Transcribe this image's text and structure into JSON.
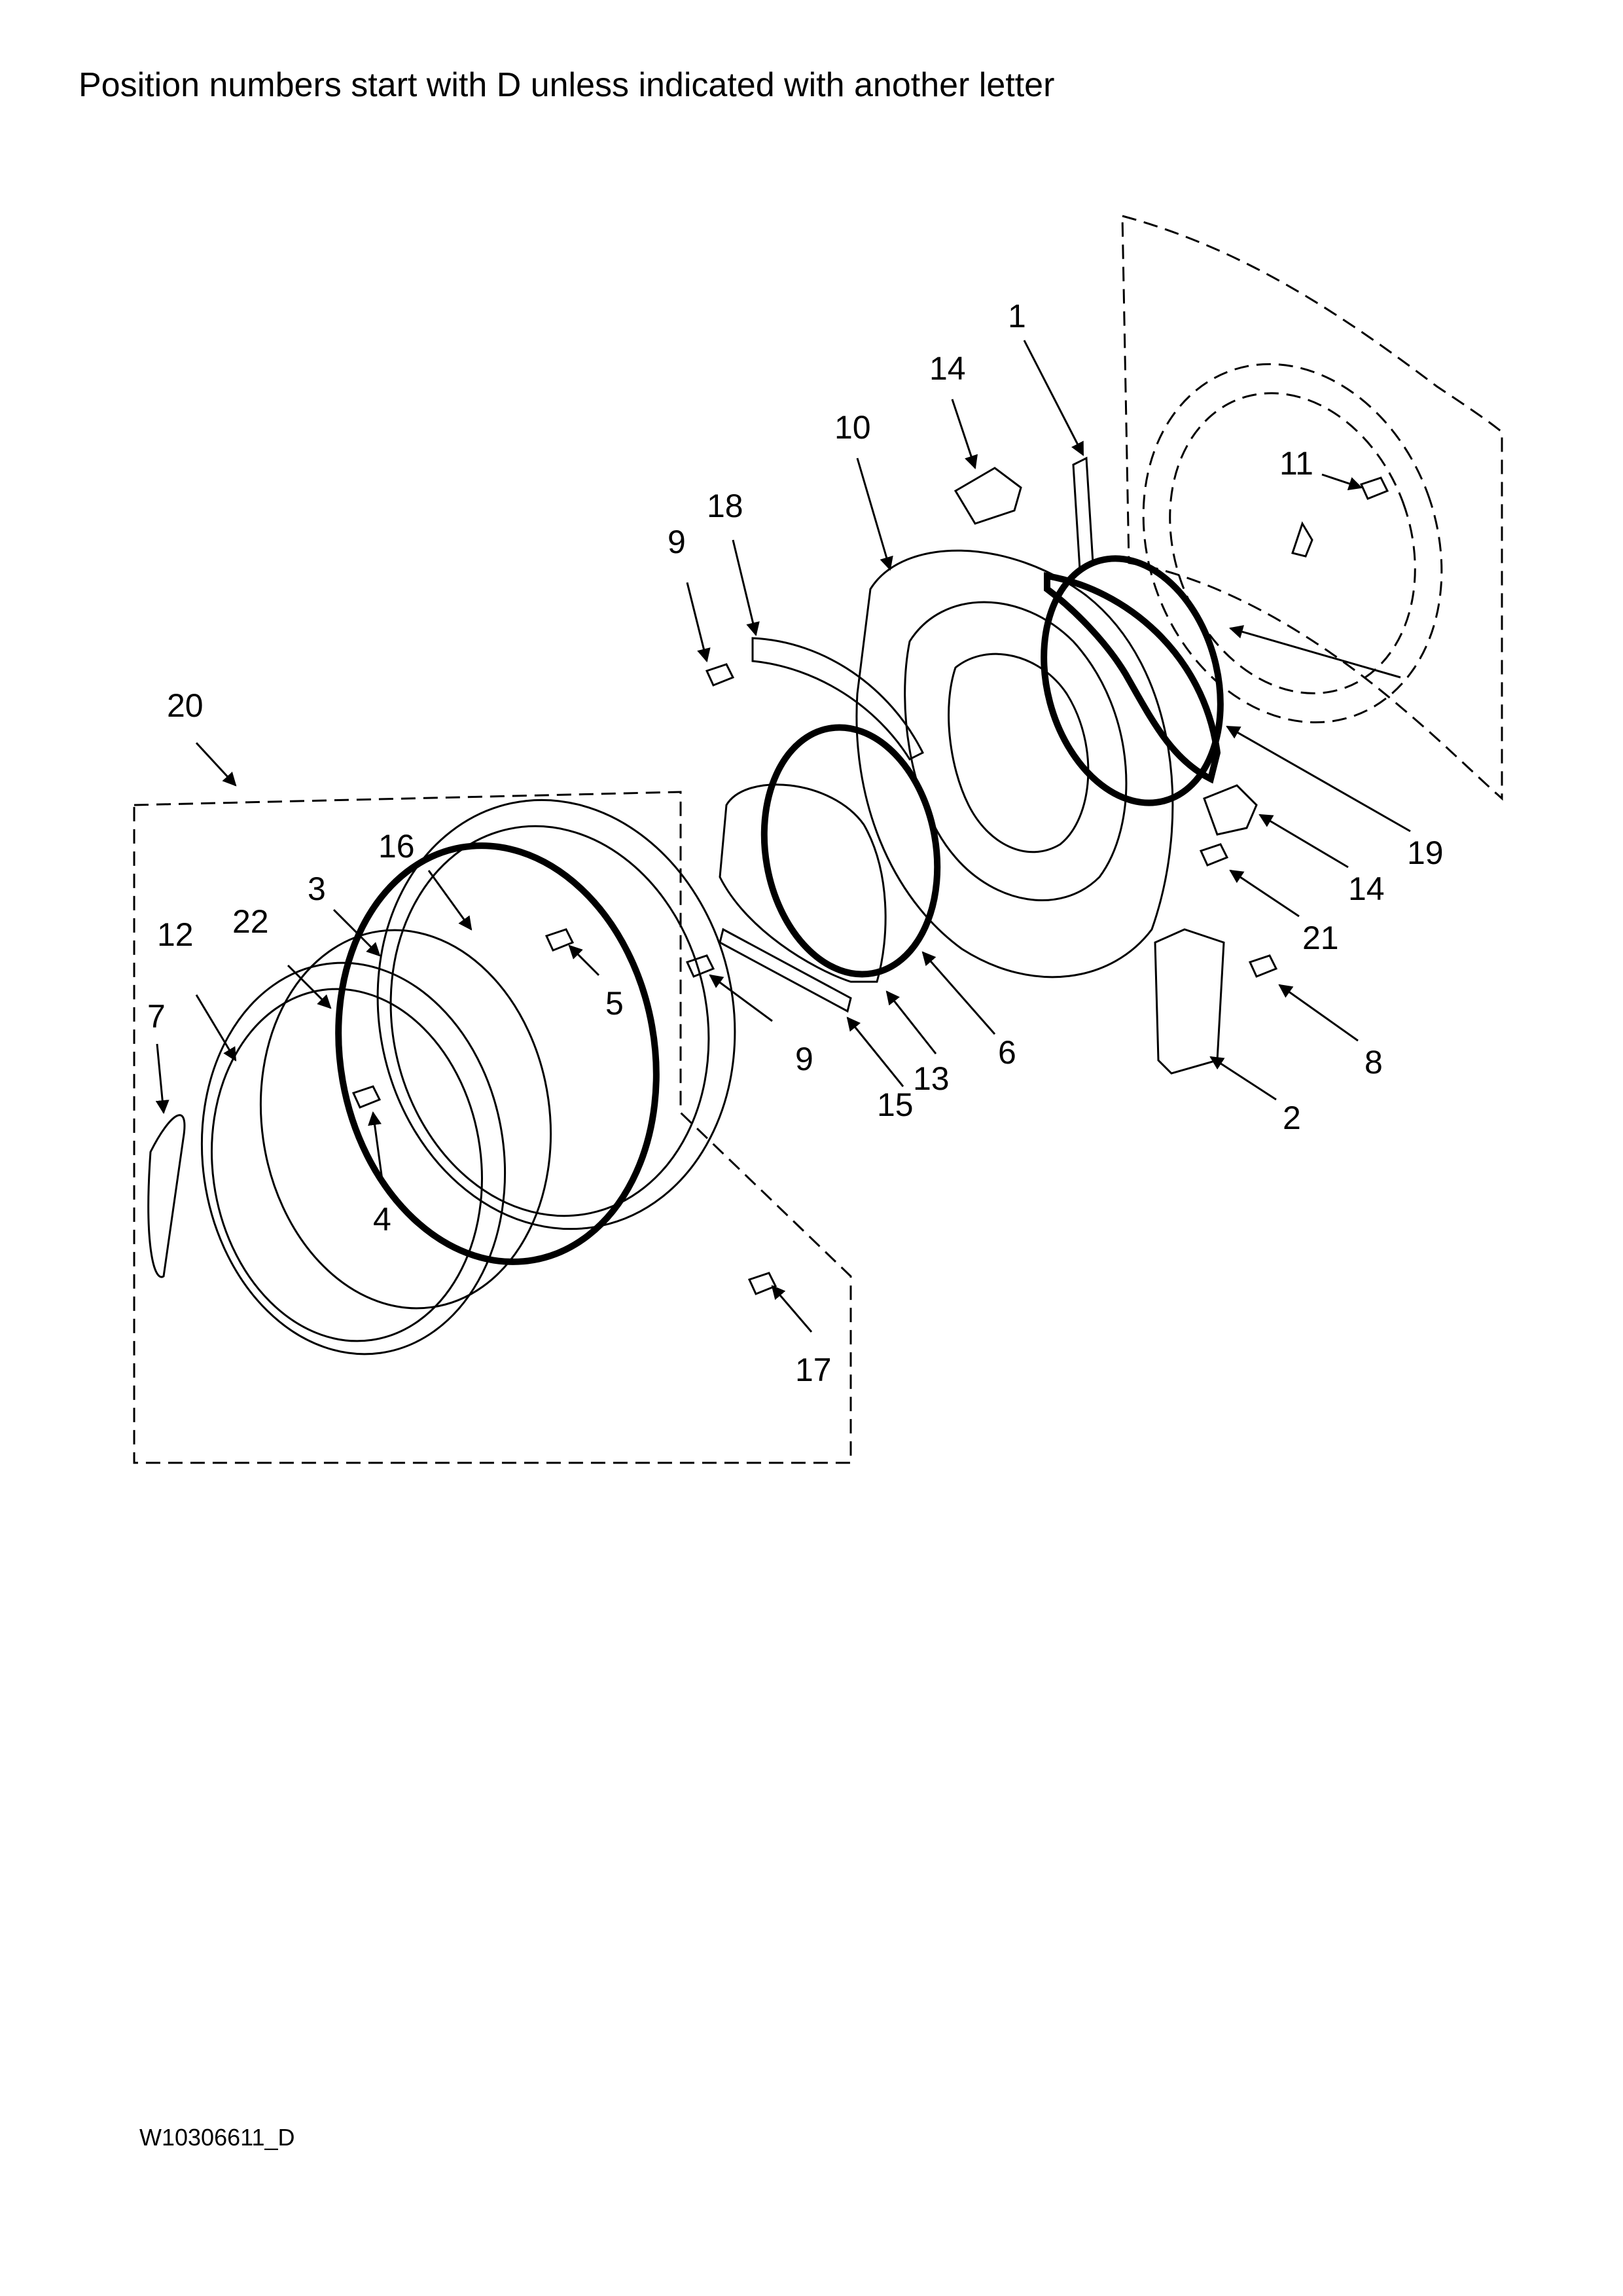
{
  "header": {
    "note": "Position numbers start with D unless indicated with another letter"
  },
  "footer": {
    "document_code": "W10306611_D"
  },
  "callouts": [
    {
      "id": "c1",
      "label": "1"
    },
    {
      "id": "c14a",
      "label": "14"
    },
    {
      "id": "c10",
      "label": "10"
    },
    {
      "id": "c18",
      "label": "18"
    },
    {
      "id": "c9a",
      "label": "9"
    },
    {
      "id": "c11",
      "label": "11"
    },
    {
      "id": "c20",
      "label": "20"
    },
    {
      "id": "c16",
      "label": "16"
    },
    {
      "id": "c3",
      "label": "3"
    },
    {
      "id": "c22",
      "label": "22"
    },
    {
      "id": "c12",
      "label": "12"
    },
    {
      "id": "c7",
      "label": "7"
    },
    {
      "id": "c5",
      "label": "5"
    },
    {
      "id": "c9b",
      "label": "9"
    },
    {
      "id": "c15",
      "label": "15"
    },
    {
      "id": "c13",
      "label": "13"
    },
    {
      "id": "c6",
      "label": "6"
    },
    {
      "id": "c19",
      "label": "19"
    },
    {
      "id": "c14b",
      "label": "14"
    },
    {
      "id": "c21",
      "label": "21"
    },
    {
      "id": "c8",
      "label": "8"
    },
    {
      "id": "c2",
      "label": "2"
    },
    {
      "id": "c4",
      "label": "4"
    },
    {
      "id": "c17",
      "label": "17"
    }
  ]
}
